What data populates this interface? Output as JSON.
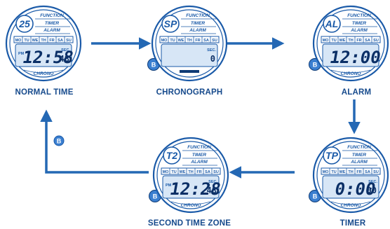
{
  "colors": {
    "primary": "#1a5aa8",
    "dark": "#0d3a75",
    "light": "#d7e6f6",
    "arrow": "#2468b4"
  },
  "button_label": "B",
  "watches": [
    {
      "id": "normal-time",
      "caption": "NORMAL TIME",
      "indicator": "25",
      "menu": [
        "FUNCTION",
        "TIMER",
        "ALARM"
      ],
      "days": [
        "MO",
        "TU",
        "WE",
        "TH",
        "FR",
        "SA",
        "SU"
      ],
      "main": "12:58",
      "small": "48",
      "prefix": "PM",
      "unit": "SEC.",
      "bottom": "CHRONO",
      "has_button": false
    },
    {
      "id": "chronograph",
      "caption": "CHRONOGRAPH",
      "indicator": "SP",
      "menu": [
        "FUNCTION",
        "TIMER",
        "ALARM"
      ],
      "days": [
        "MO",
        "TU",
        "WE",
        "TH",
        "FR",
        "SA",
        "SU"
      ],
      "main": "",
      "small": "0",
      "prefix": "",
      "unit": "SEC.",
      "bottom": "",
      "has_button": true
    },
    {
      "id": "alarm",
      "caption": "ALARM",
      "indicator": "AL",
      "menu": [
        "FUNCTION",
        "TIMER",
        "ALARM"
      ],
      "days": [
        "MO",
        "TU",
        "WE",
        "TH",
        "FR",
        "SA",
        "SU"
      ],
      "main": "12:00",
      "small": "",
      "prefix": "",
      "unit": "",
      "bottom": "CHRONO",
      "has_button": true
    },
    {
      "id": "timer",
      "caption": "TIMER",
      "indicator": "TP",
      "menu": [
        "FUNCTION",
        "TIMER",
        "ALARM"
      ],
      "days": [
        "MO",
        "TU",
        "WE",
        "TH",
        "FR",
        "SA",
        "SU"
      ],
      "main": "0:00",
      "small": "00",
      "prefix": "",
      "unit": "SEC.",
      "bottom": "CHRONO",
      "has_button": true
    },
    {
      "id": "second-time-zone",
      "caption": "SECOND TIME ZONE",
      "indicator": "T2",
      "menu": [
        "FUNCTION",
        "TIMER",
        "ALARM"
      ],
      "days": [
        "MO",
        "TU",
        "WE",
        "TH",
        "FR",
        "SA",
        "SU"
      ],
      "main": "12:28",
      "small": "48",
      "prefix": "PM",
      "unit": "SEC.",
      "bottom": "CHRONO",
      "has_button": true
    }
  ]
}
